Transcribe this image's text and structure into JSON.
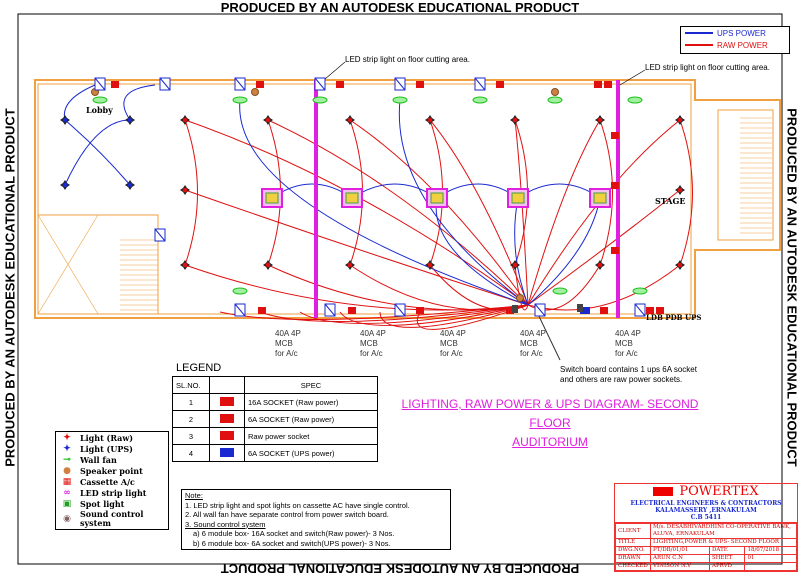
{
  "watermark": "PRODUCED BY AN AUTODESK EDUCATIONAL PRODUCT",
  "power_legend": {
    "ups": "UPS POWER",
    "raw": "RAW POWER",
    "ups_color": "#1a2ad0",
    "raw_color": "#e01010"
  },
  "labels": {
    "led_strip_1": "LED strip light on floor cutting area.",
    "led_strip_2": "LED strip light on floor cutting area.",
    "lobby": "Lobby",
    "stage": "STAGE",
    "ldb": "LDB PDB UPS",
    "switch_note_1": "Switch board contains 1 ups 6A socket",
    "switch_note_2": "and others are raw power sockets."
  },
  "mcb_labels": [
    {
      "l1": "40A 4P",
      "l2": "MCB",
      "l3": "for A/c"
    },
    {
      "l1": "40A 4P",
      "l2": "MCB",
      "l3": "for A/c"
    },
    {
      "l1": "40A 4P",
      "l2": "MCB",
      "l3": "for A/c"
    },
    {
      "l1": "40A 4P",
      "l2": "MCB",
      "l3": "for A/c"
    },
    {
      "l1": "40A 4P",
      "l2": "MCB",
      "l3": "for A/c"
    }
  ],
  "drawing_title": {
    "line1": "LIGHTING, RAW POWER & UPS DIAGRAM- SECOND FLOOR",
    "line2": "AUDITORIUM"
  },
  "symbol_legend": [
    {
      "icon": "light-raw",
      "label": "Light (Raw)"
    },
    {
      "icon": "light-ups",
      "label": "Light (UPS)"
    },
    {
      "icon": "wall-fan",
      "label": "Wall fan"
    },
    {
      "icon": "speaker-point",
      "label": "Speaker point"
    },
    {
      "icon": "cassette-ac",
      "label": "Cassette A/c"
    },
    {
      "icon": "led-strip",
      "label": "LED strip light"
    },
    {
      "icon": "spot-light",
      "label": "Spot light"
    },
    {
      "icon": "sound-control",
      "label": "Sound control system"
    }
  ],
  "legend_table": {
    "title": "LEGEND",
    "headers": [
      "SL.NO.",
      "",
      "SPEC"
    ],
    "rows": [
      {
        "sl": "1",
        "spec": "16A SOCKET (Raw power)",
        "color": "#e01010"
      },
      {
        "sl": "2",
        "spec": "6A SOCKET (Raw power)",
        "color": "#e01010"
      },
      {
        "sl": "3",
        "spec": "Raw power socket",
        "color": "#e01010"
      },
      {
        "sl": "4",
        "spec": "6A SOCKET (UPS power)",
        "color": "#1a2ad0"
      }
    ]
  },
  "notes": {
    "title": "Note:",
    "items": [
      "1. LED strip light and spot lights on cassette AC have single control.",
      "2. All wall fan have separate control from power switch board.",
      "3. Sound control system",
      "a) 6 module box- 16A socket and switch(Raw power)- 3 Nos.",
      "b) 6 module box- 6A socket and switch(UPS power)- 3 Nos."
    ]
  },
  "title_block": {
    "company": "POWERTEX",
    "sub1": "ELECTRICAL ENGINEERS & CONTRACTORS",
    "sub2": "KALAMASSERY ,ERNAKULAM",
    "sub3": "C.B 5411",
    "client_label": "CLIENT",
    "client": "M/s. DESABHIVARDHINI CO-OPERATIVE BANK, ALUVA, ERNAKULAM",
    "title_label": "TITLE",
    "title": "LIGHTING,POWER & UPS- SECOND FLOOR",
    "dwg_label": "DWG.NO.",
    "dwg": "PT/DB/01/01",
    "date_label": "DATE",
    "date": "18/07/2018",
    "drawn_label": "DRAWN",
    "drawn": "ARUN C.N",
    "sheet_label": "SHEET",
    "sheet": "01",
    "checked_label": "CHECKED",
    "checked": "VINISON N.V",
    "apvd_label": "APRVD",
    "apvd": ""
  }
}
